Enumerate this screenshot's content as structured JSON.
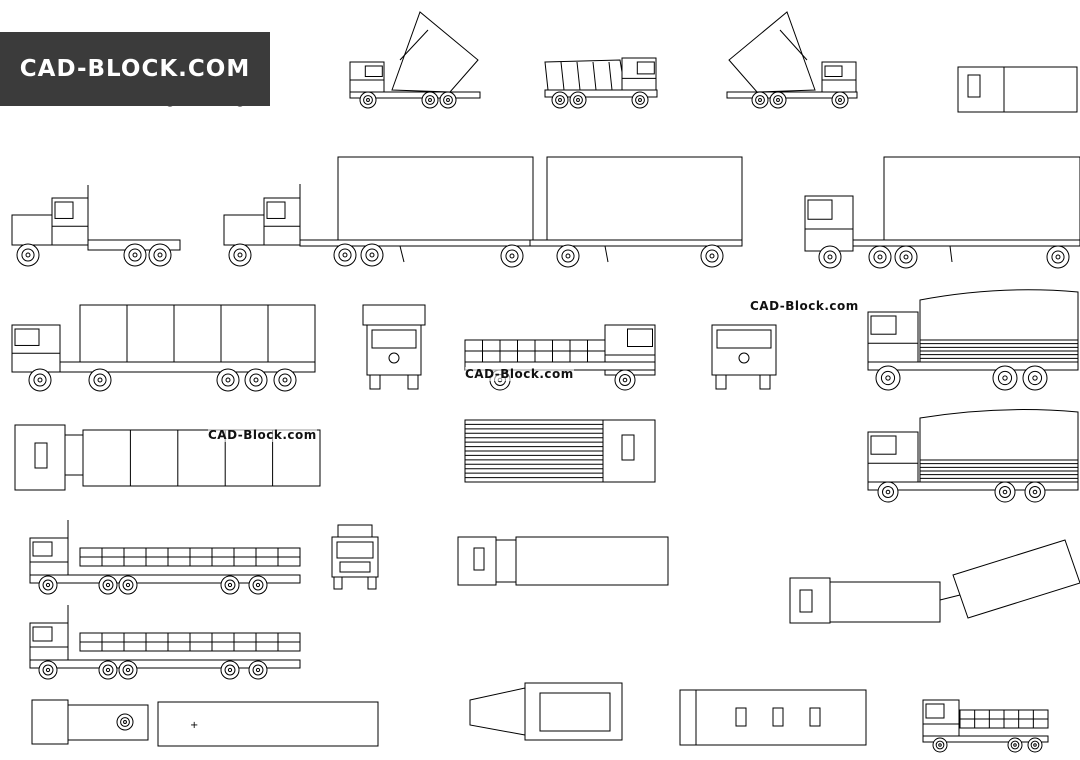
{
  "logo": {
    "text": "CAD-BLOCK.COM",
    "background": "#3b3b3b",
    "color": "#ffffff"
  },
  "watermarks": [
    "CAD-Block.com",
    "CAD-Block.com",
    "CAD-Block.com"
  ],
  "drawing": {
    "line_color": "#000000",
    "background": "#ffffff"
  }
}
